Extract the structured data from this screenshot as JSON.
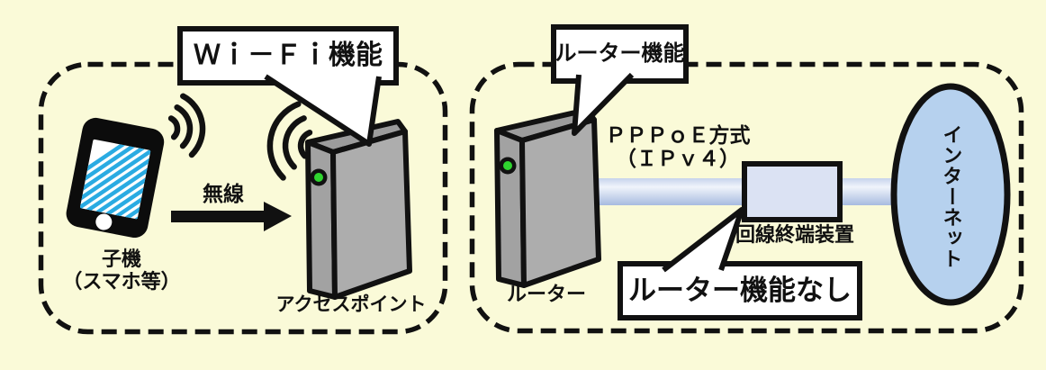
{
  "colors": {
    "background": "#fafad8",
    "outline_black": "#111111",
    "device_face_gray": "#adadad",
    "device_spine_gray": "#a2a2a2",
    "device_top_gray": "#9c9c9c",
    "led_green": "#2fd52f",
    "pipe_blue_dark": "#a7bbe0",
    "pipe_blue_light": "#f0f4fb",
    "terminal_fill": "#dbe2f3",
    "internet_ellipse_fill": "#b6d1ee",
    "phone_screen_stripe": "#2aabe2",
    "callout_fill": "#ffffff"
  },
  "left_panel": {
    "wifi_callout": "Ｗｉ－Ｆｉ機能",
    "phone_label": "子機",
    "phone_sublabel": "（スマホ等）",
    "arrow_label": "無線",
    "access_point_label": "アクセスポイント"
  },
  "right_panel": {
    "router_callout": "ルーター機能",
    "router_label": "ルーター",
    "pppoe_line1": "ＰＰＰｏＥ方式",
    "pppoe_line2": "（ＩＰｖ４）",
    "terminal_label": "回線終端装置",
    "no_router_callout": "ルーター機能なし",
    "internet_label": "インターネット"
  }
}
